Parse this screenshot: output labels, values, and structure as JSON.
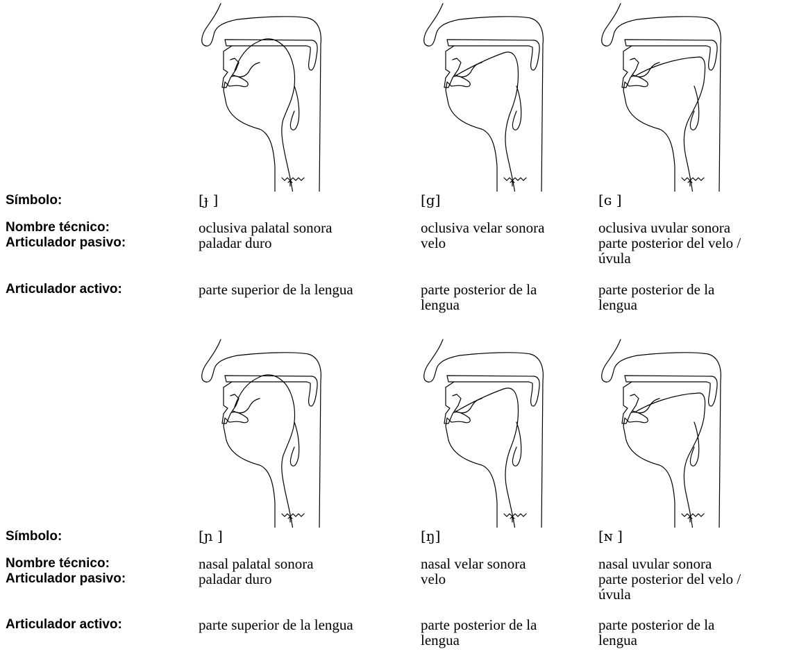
{
  "labels": {
    "symbol": "Símbolo:",
    "technical_name": "Nombre técnico:",
    "passive_articulator": "Articulador pasivo:",
    "active_articulator": "Articulador activo:"
  },
  "rows": [
    {
      "columns": [
        {
          "symbol": "[ɟ ]",
          "technical_name": "oclusiva palatal sonora",
          "passive_articulator": "paladar duro",
          "active_articulator": "parte superior de la lengua"
        },
        {
          "symbol": "[g]",
          "technical_name": "oclusiva velar sonora",
          "passive_articulator": "velo",
          "active_articulator": "parte posterior de la\nlengua"
        },
        {
          "symbol": "[ɢ ]",
          "technical_name": "oclusiva uvular sonora",
          "passive_articulator": "parte posterior del velo /\núvula",
          "active_articulator": "parte posterior de la\nlengua"
        }
      ]
    },
    {
      "columns": [
        {
          "symbol": "[ɲ ]",
          "technical_name": "nasal palatal sonora",
          "passive_articulator": "paladar duro",
          "active_articulator": "parte superior de la lengua"
        },
        {
          "symbol": "[ŋ]",
          "technical_name": "nasal velar sonora",
          "passive_articulator": "velo",
          "active_articulator": "parte posterior de la\nlengua"
        },
        {
          "symbol": "[ɴ ]",
          "technical_name": "nasal uvular sonora",
          "passive_articulator": "parte posterior del velo /\núvula",
          "active_articulator": "parte posterior de la\nlengua"
        }
      ]
    }
  ]
}
